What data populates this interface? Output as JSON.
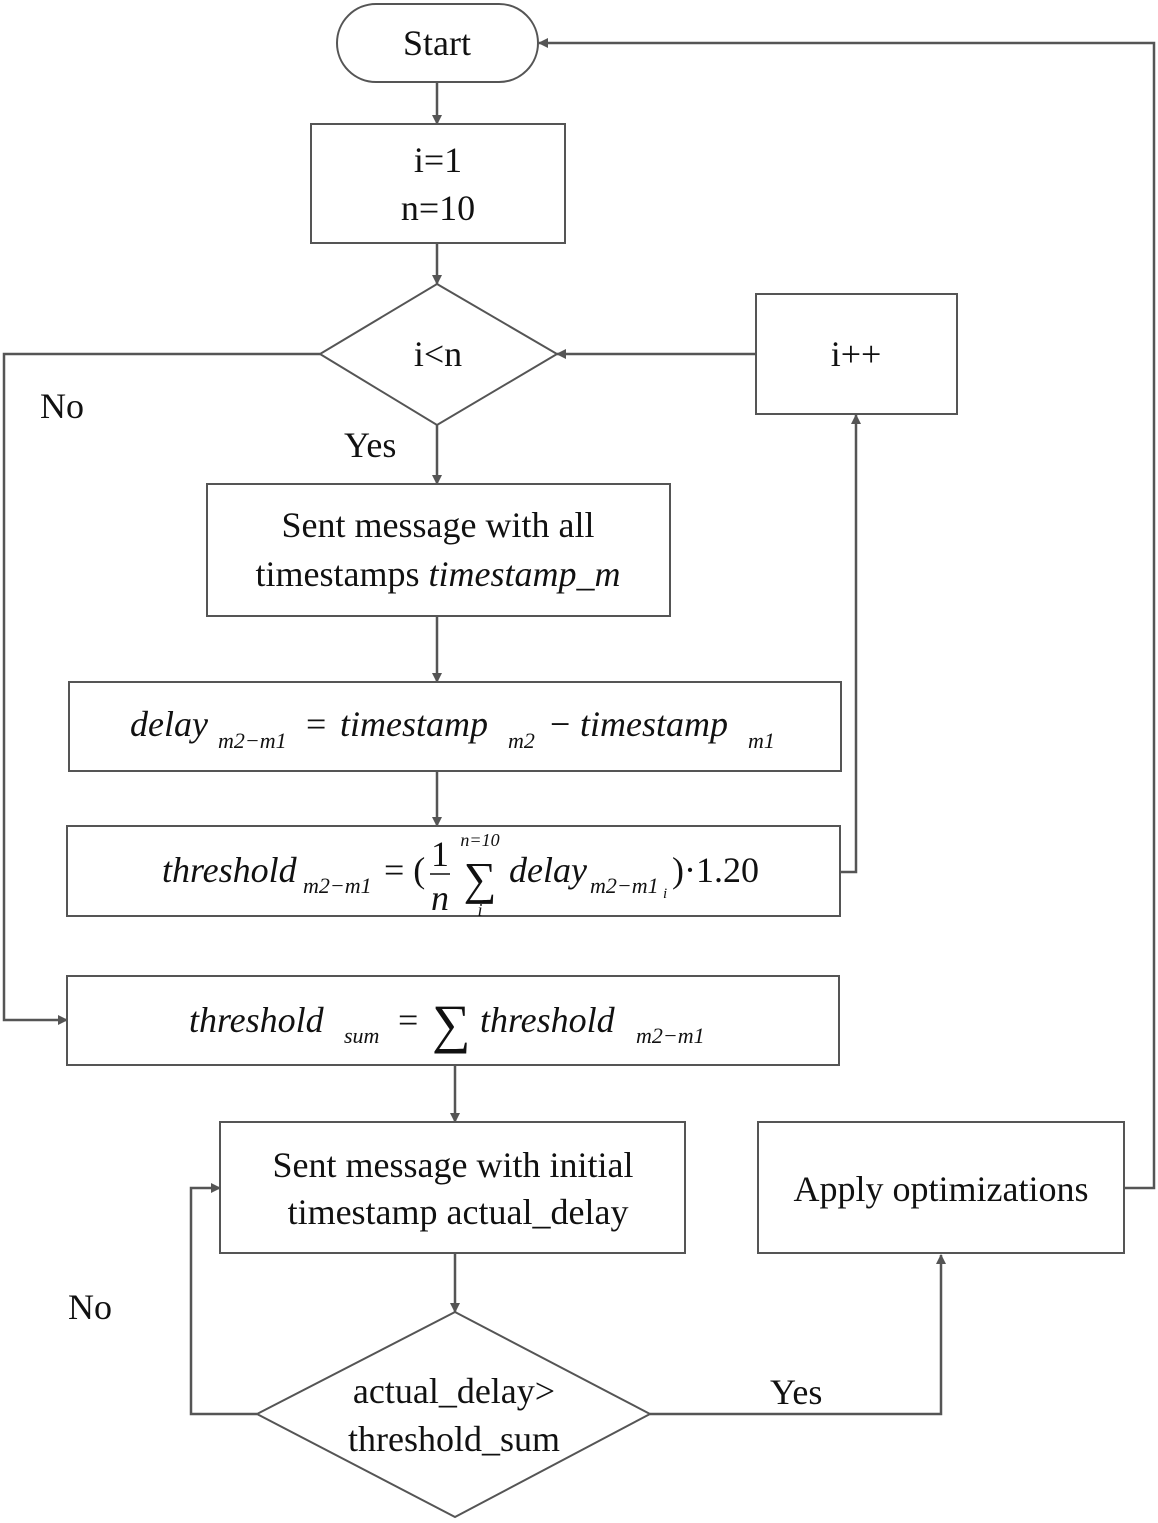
{
  "flowchart": {
    "start": "Start",
    "init": {
      "line1": "i=1",
      "line2": "n=10"
    },
    "loop_check": "i<n",
    "increment": "i++",
    "loop_yes": "Yes",
    "loop_no": "No",
    "send_all": {
      "line1": "Sent message with all",
      "line2_prefix": "timestamps ",
      "line2_italic": "timestamp_m"
    },
    "delay_formula": {
      "lhs": "delay",
      "lhs_sub": "m2−m1",
      "eq": "=",
      "t1": "timestamp",
      "t1_sub": "m2",
      "minus": "−",
      "t2": "timestamp",
      "t2_sub": "m1"
    },
    "threshold_formula": {
      "lhs": "threshold",
      "lhs_sub": "m2−m1",
      "eq": "= (",
      "frac_num": "1",
      "frac_den": "n",
      "sigma": "∑",
      "sigma_top": "n=10",
      "sigma_bottom": "i",
      "term": "delay",
      "term_sub": "m2−m1",
      "term_subsub": "i",
      "tail": ")·1.20"
    },
    "sum_formula": {
      "lhs": "threshold",
      "lhs_sub": "sum",
      "eq": "=",
      "sigma": "∑",
      "rhs": "threshold",
      "rhs_sub": "m2−m1"
    },
    "send_initial": {
      "line1": "Sent message with initial",
      "line2": "timestamp actual_delay"
    },
    "delay_check": {
      "line1": "actual_delay>",
      "line2": "threshold_sum"
    },
    "check_yes": "Yes",
    "check_no": "No",
    "apply": "Apply optimizations"
  },
  "colors": {
    "stroke": "#555555",
    "text": "#111111",
    "background": "#ffffff"
  }
}
